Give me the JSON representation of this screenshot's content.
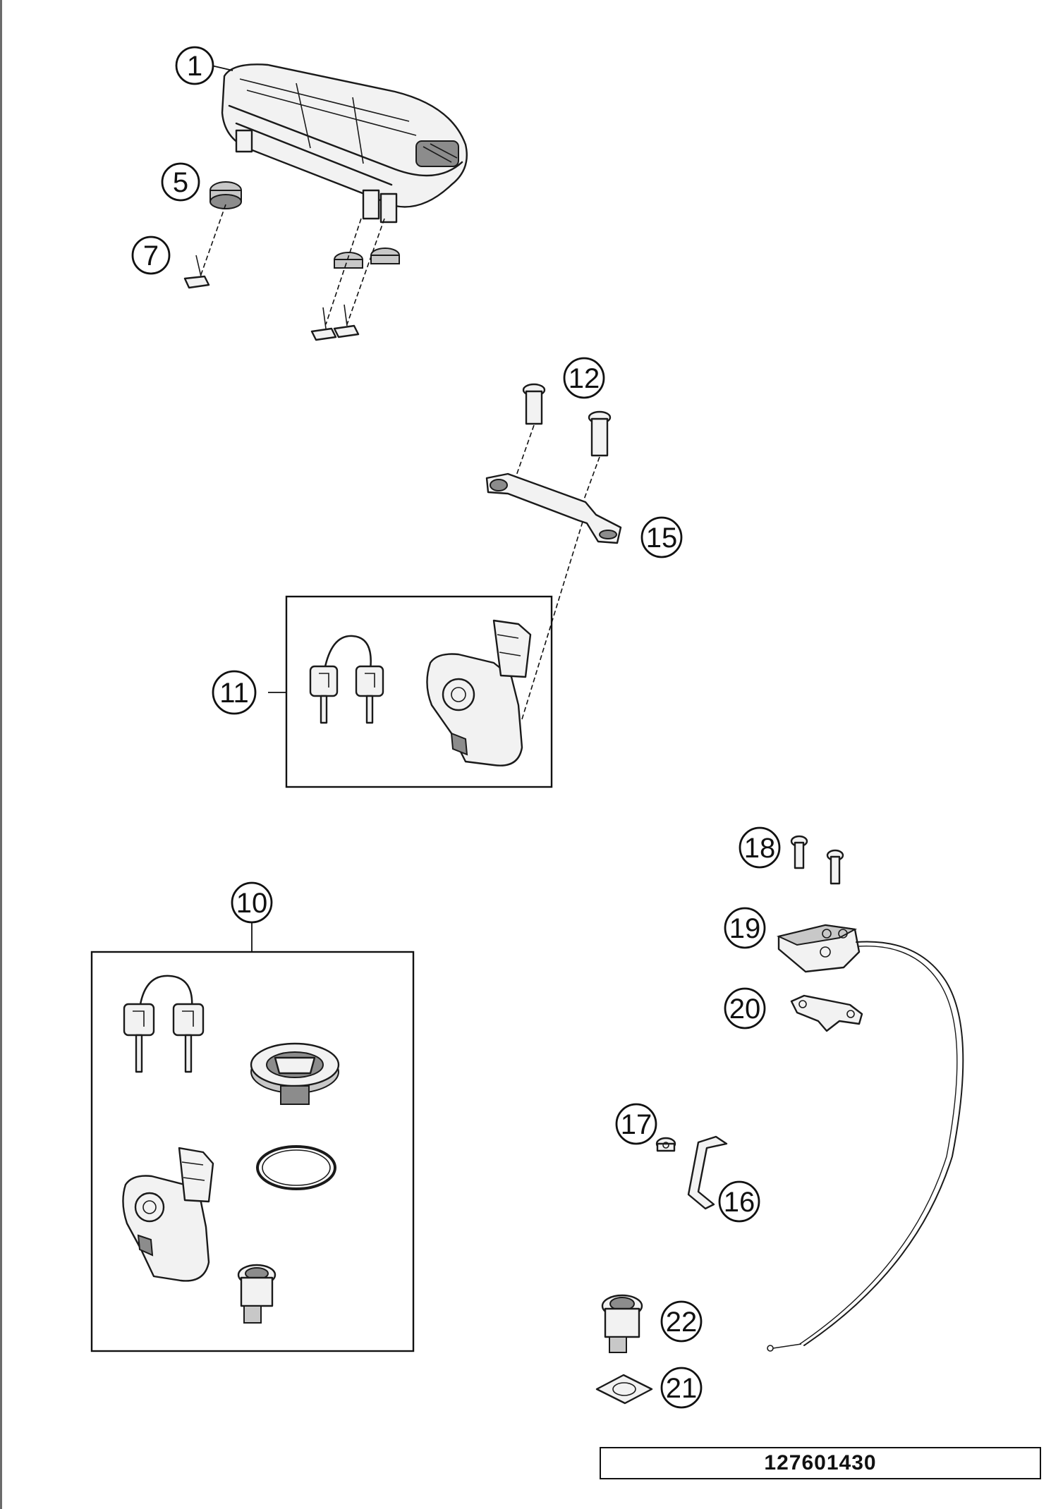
{
  "diagram": {
    "drawing_number": "127601430",
    "callouts": [
      {
        "id": "c1",
        "label": "1"
      },
      {
        "id": "c5",
        "label": "5"
      },
      {
        "id": "c7",
        "label": "7"
      },
      {
        "id": "c12",
        "label": "12"
      },
      {
        "id": "c15",
        "label": "15"
      },
      {
        "id": "c11",
        "label": "11"
      },
      {
        "id": "c10",
        "label": "10"
      },
      {
        "id": "c18",
        "label": "18"
      },
      {
        "id": "c19",
        "label": "19"
      },
      {
        "id": "c20",
        "label": "20"
      },
      {
        "id": "c17",
        "label": "17"
      },
      {
        "id": "c16",
        "label": "16"
      },
      {
        "id": "c22",
        "label": "22"
      },
      {
        "id": "c21",
        "label": "21"
      }
    ]
  }
}
